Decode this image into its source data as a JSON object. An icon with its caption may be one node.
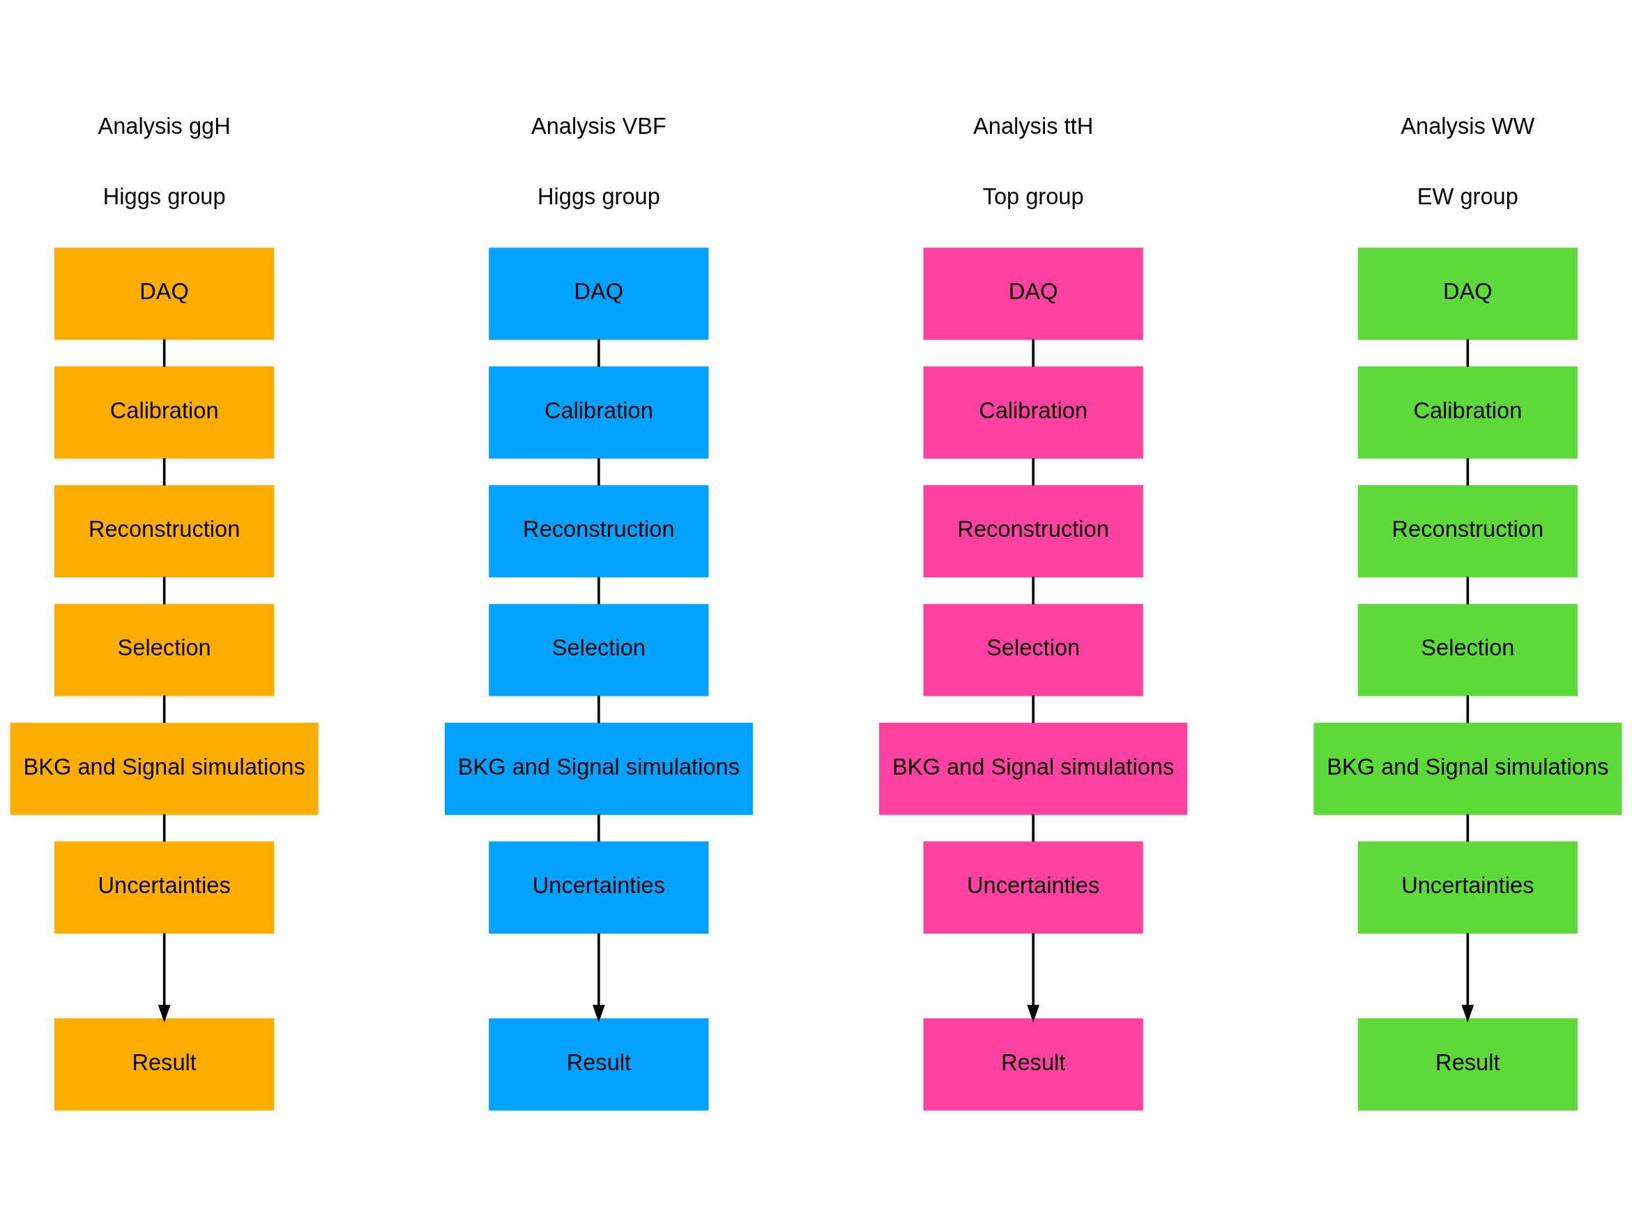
{
  "diagram": {
    "nodes": [
      {
        "text": [
          "DAQ"
        ]
      },
      {
        "text": [
          "Calibration"
        ]
      },
      {
        "text": [
          "Reconstruction"
        ]
      },
      {
        "text": [
          "Selection"
        ]
      },
      {
        "text": [
          "BKG and Signal simulations"
        ]
      },
      {
        "text": [
          "Uncertainties"
        ]
      },
      {
        "text": [
          "Result"
        ]
      },
      {
        "text": [
          "DAQ"
        ]
      },
      {
        "text": [
          "Calibration"
        ]
      },
      {
        "text": [
          "Reconstruction"
        ]
      },
      {
        "text": [
          "Selection"
        ]
      },
      {
        "text": [
          "BKG and Signal simulations"
        ]
      },
      {
        "text": [
          "Uncertainties"
        ]
      },
      {
        "text": [
          "Result"
        ]
      },
      {
        "text": [
          "DAQ"
        ]
      },
      {
        "text": [
          "Calibration"
        ]
      },
      {
        "text": [
          "Reconstruction"
        ]
      },
      {
        "text": [
          "Selection"
        ]
      },
      {
        "text": [
          "BKG and Signal simulations"
        ]
      },
      {
        "text": [
          "Uncertainties"
        ]
      },
      {
        "text": [
          "Result"
        ]
      },
      {
        "text": [
          "DAQ"
        ]
      },
      {
        "text": [
          "Calibration"
        ]
      },
      {
        "text": [
          "Reconstruction"
        ]
      },
      {
        "text": [
          "Selection"
        ]
      },
      {
        "text": [
          "BKG and Signal simulations"
        ]
      },
      {
        "text": [
          "Uncertainties"
        ]
      },
      {
        "text": [
          "Result"
        ]
      }
    ],
    "edges": [
      {
        "from": 0,
        "to": 1,
        "arrow": "none"
      },
      {
        "from": 1,
        "to": 2,
        "arrow": "none"
      },
      {
        "from": 2,
        "to": 3,
        "arrow": "none"
      },
      {
        "from": 3,
        "to": 4,
        "arrow": "none"
      },
      {
        "from": 4,
        "to": 5,
        "arrow": "none"
      },
      {
        "from": 5,
        "to": 6,
        "arrow": "to"
      },
      {
        "from": 7,
        "to": 8,
        "arrow": "none"
      },
      {
        "from": 8,
        "to": 9,
        "arrow": "none"
      },
      {
        "from": 9,
        "to": 10,
        "arrow": "none"
      },
      {
        "from": 10,
        "to": 11,
        "arrow": "none"
      },
      {
        "from": 11,
        "to": 12,
        "arrow": "none"
      },
      {
        "from": 12,
        "to": 13,
        "arrow": "to"
      },
      {
        "from": 14,
        "to": 15,
        "arrow": "none"
      },
      {
        "from": 15,
        "to": 16,
        "arrow": "none"
      },
      {
        "from": 16,
        "to": 17,
        "arrow": "none"
      },
      {
        "from": 17,
        "to": 18,
        "arrow": "none"
      },
      {
        "from": 18,
        "to": 19,
        "arrow": "none"
      },
      {
        "from": 19,
        "to": 20,
        "arrow": "to"
      },
      {
        "from": 21,
        "to": 22,
        "arrow": "none"
      },
      {
        "from": 22,
        "to": 23,
        "arrow": "none"
      },
      {
        "from": 23,
        "to": 24,
        "arrow": "none"
      },
      {
        "from": 24,
        "to": 25,
        "arrow": "none"
      },
      {
        "from": 25,
        "to": 26,
        "arrow": "none"
      },
      {
        "from": 26,
        "to": 27,
        "arrow": "to"
      }
    ],
    "labels": [
      "Analysis ggH",
      "Higgs group",
      "Analysis VBF",
      "Higgs group",
      "Analysis ttH",
      "Top group",
      "Analysis WW",
      "EW group"
    ]
  }
}
